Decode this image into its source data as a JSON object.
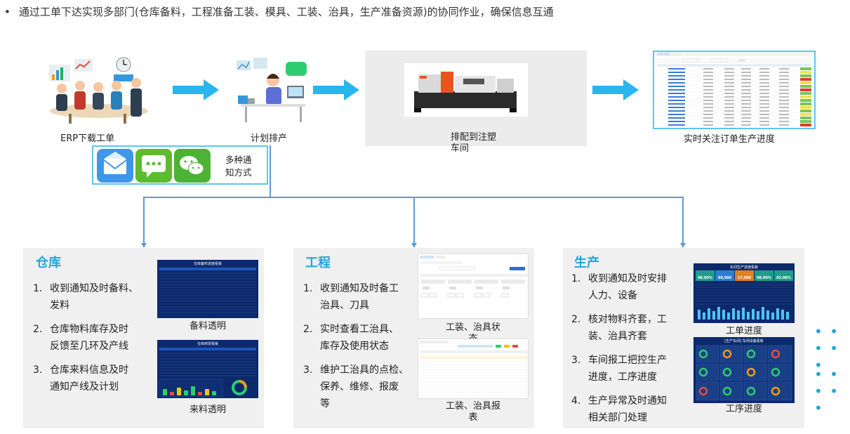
{
  "header": {
    "bullet": "•",
    "text": "通过工单下达实现多部门(仓库备料，工程准备工装、模具、工装、治具，生产准备资源)的协同作业，确保信息互通"
  },
  "flow": {
    "erp_caption": "ERP下载工单",
    "plan_caption": "计划排产",
    "machine_caption_line1": "排配到注塑",
    "machine_caption_line2": "车间",
    "track_caption": "实时关注订单生产进度"
  },
  "notify": {
    "label_line1": "多种通",
    "label_line2": "知方式",
    "icons": [
      "mail-icon",
      "sms-icon",
      "wechat-icon"
    ]
  },
  "depts": {
    "warehouse": {
      "title": "仓库",
      "items": [
        {
          "num": "1.",
          "line1": "收到通知及时备料、",
          "line2": "发料"
        },
        {
          "num": "2.",
          "line1": "仓库物料库存及时",
          "line2": "反馈至几环及产线"
        },
        {
          "num": "3.",
          "line1": "仓库来料信息及时",
          "line2": "通知产线及计划"
        }
      ],
      "shot1_title": "仓库备料进度看板",
      "shot1_caption": "备料透明",
      "shot2_title": "仓库到货看板",
      "shot2_caption": "来料透明"
    },
    "engineering": {
      "title": "工程",
      "items": [
        {
          "num": "1.",
          "line1": "收到通知及时备工",
          "line2": "治具、刀具"
        },
        {
          "num": "2.",
          "line1": "实时查看工治具、",
          "line2": "库存及使用状态"
        },
        {
          "num": "3.",
          "line1": "维护工治具的点检、",
          "line2": "保养、维修、报废",
          "line3": "等"
        }
      ],
      "shot1_caption_line1": "工装、治具状",
      "shot1_caption_line2": "态",
      "shot2_caption_line1": "工装、治具报",
      "shot2_caption_line2": "表"
    },
    "production": {
      "title": "生产",
      "items": [
        {
          "num": "1.",
          "line1": "收到通知及时安排",
          "line2": "人力、设备"
        },
        {
          "num": "2.",
          "line1": "核对物料齐套，工",
          "line2": "装、治具齐套"
        },
        {
          "num": "3.",
          "line1": "车间报工把控生产",
          "line2": "进度，工序进度"
        },
        {
          "num": "4.",
          "line1": "生产异常及时通知",
          "line2": "相关部门处理"
        }
      ],
      "shot1_title": "车间生产进度看板",
      "shot1_caption": "工单进度",
      "shot2_title": "[生产车间] 车间设备看板",
      "shot2_caption": "工序进度",
      "kpis": [
        "98.00%",
        "98,000",
        "17,000",
        "98.00%",
        "63.08%"
      ]
    }
  },
  "more": "• • • • •",
  "colors": {
    "accent": "#22a5dd",
    "arrow": "#29b6ee",
    "line": "#5b9bd5",
    "panel": "#f0f0f0"
  }
}
